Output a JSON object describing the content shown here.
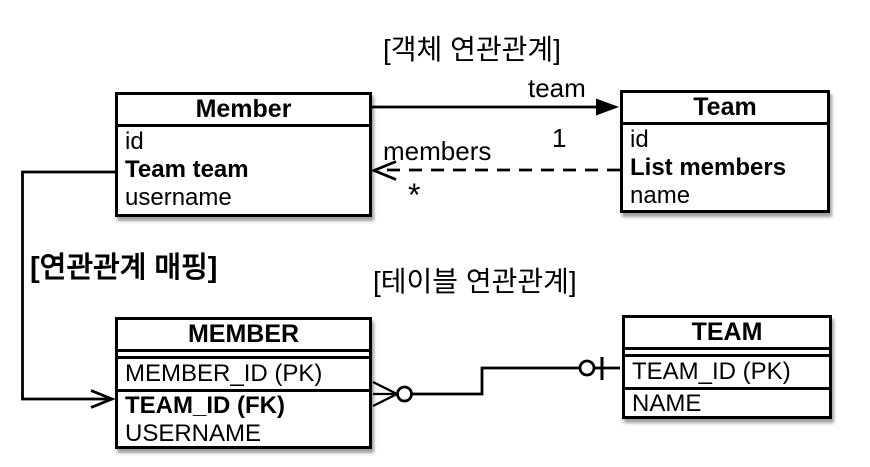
{
  "colors": {
    "ink": "#000000",
    "paper": "#ffffff"
  },
  "object_section": {
    "label": "[객체 연관관계]",
    "member_class": {
      "title": "Member",
      "fields": [
        "id",
        "Team team",
        "username"
      ]
    },
    "team_class": {
      "title": "Team",
      "fields": [
        "id",
        "List members",
        "name"
      ]
    },
    "arrows": {
      "team_role": "team",
      "one": "1",
      "members_role": "members",
      "many": "*"
    }
  },
  "mapping_label": "[연관관계 매핑]",
  "table_section": {
    "label": "[테이블 연관관계]",
    "member_table": {
      "title": "MEMBER",
      "rows": [
        "MEMBER_ID (PK)",
        "TEAM_ID (FK)",
        "USERNAME"
      ]
    },
    "team_table": {
      "title": "TEAM",
      "rows": [
        "TEAM_ID (PK)",
        "NAME"
      ]
    }
  }
}
